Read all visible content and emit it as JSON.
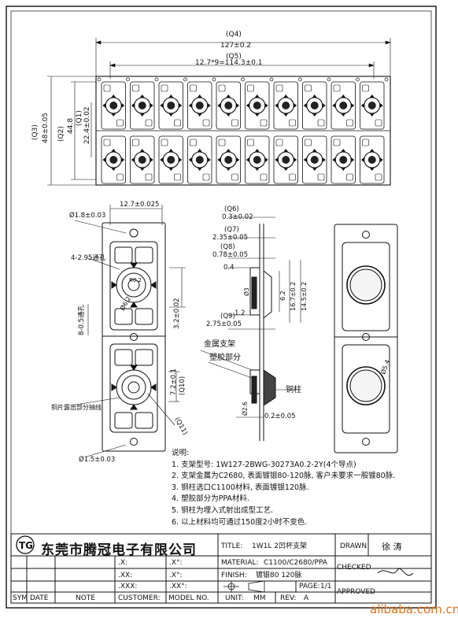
{
  "dims": {
    "q4": "(Q4)",
    "q4_value": "127±0.2",
    "q5": "(Q5)",
    "q5_value": "12.7*9=114.3±0.1",
    "q3": "(Q3)",
    "q3_value": "48±0.05",
    "q2": "(Q2)",
    "q2_value": "44.8",
    "q1": "(Q1)",
    "q1_value": "22.4±0.02",
    "pitch": "12.7±0.025",
    "hole_top": "Ø1.8±0.03",
    "holes4": "4-2.95通孔",
    "six": "8-0.5通孔",
    "r0_2": "R0.2",
    "dia6": "Ø6.2",
    "v3_2": "3.2±0.02",
    "q10": "(Q10)",
    "q10_value": "7.2±0.1",
    "q11": "(Q11)",
    "lead_label": "铜片露出部分抽线",
    "hole_bottom": "Ø1.5±0.03",
    "q6": "(Q6)",
    "q6_value": "0.3±0.02",
    "q7": "(Q7)",
    "q7_value": "2.35±0.05",
    "q8": "(Q8)",
    "q8_value": "0.78±0.05",
    "v0_4": "0.4",
    "v6_2": "6.2",
    "v16_7": "16.7±0.2",
    "v14_5": "14.5±0.2",
    "v2_3": "Ø3",
    "v1_2": "1.2",
    "q9": "(Q9)",
    "q9_value": "2.75±0.05",
    "metal_bracket": "金属支架",
    "plastic_part": "塑胶部分",
    "copper_post": "铜柱",
    "v2_6": "Ø2.6",
    "v0_2": "0.2±0.05",
    "right_dia": "Ø5.4"
  },
  "notes": {
    "title": "说明:",
    "lines": [
      "1. 支架型号: 1W127-2BWG-30273A0.2-2Y(4个导点)",
      "2. 支架金属为C2680, 表面镀银80-120脉, 客户未要求一般镀80脉.",
      "3. 铜柱选口C1100材料, 表面镀银120脉.",
      "4. 塑胶部分为PPA材料.",
      "5. 铜柱为埋入式射出成型工艺.",
      "6. 以上材料均可通过150度2小时不变色."
    ]
  },
  "title_block": {
    "company": "东莞市腾冠电子有限公司",
    "title_label": "TITLE:",
    "title_value": "1W1L 2凹杯支架",
    "drawn_label": "DRAWN",
    "drawn_value": "徐 涛",
    "x1": ".X:",
    "x2": ".X°:",
    "material_label": "MATERIAL:",
    "material_value": "C1100/C2680/PPA",
    "checked_label": "CHECKED",
    "xx1": ".XX:",
    "xx2": ".X°:",
    "finish_label": "FINISH:",
    "finish_value": "镀银80 120脉",
    "page_label": "PAGE:",
    "page_value": "1/1",
    "approved_label": "APPROVED",
    "xxx1": ".XXX:",
    "xxx2": ".XX°:",
    "unit_label": "UNIT:",
    "unit_value": "MM",
    "rev_label": "REV:",
    "rev_value": "A",
    "footer": {
      "sym": "SYM",
      "date": "DATE",
      "note": "NOTE",
      "customer": "CUSTOMER:",
      "model": "MODEL NO."
    }
  },
  "watermark": "alibaba.com.cn"
}
